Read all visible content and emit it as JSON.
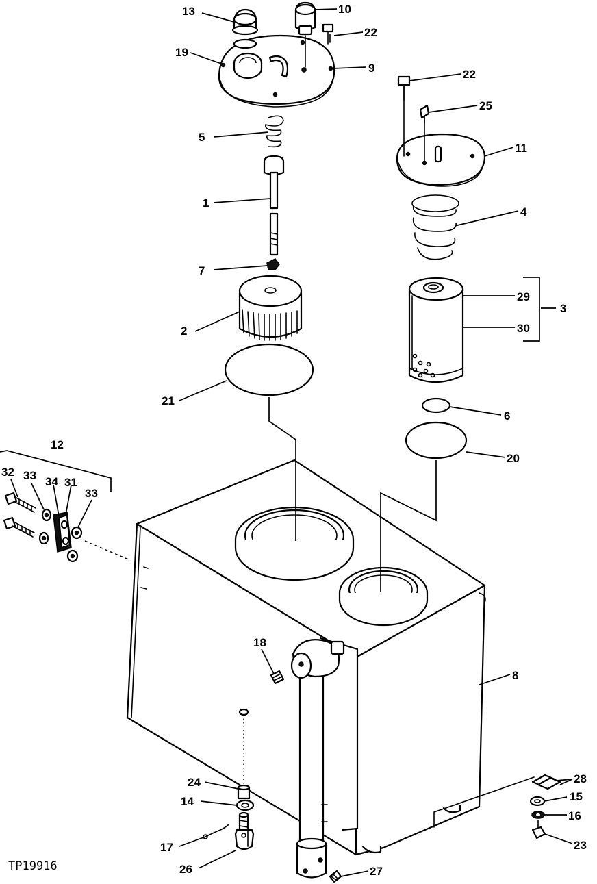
{
  "figure_id": "TP19916",
  "callouts": {
    "c1": "1",
    "c2": "2",
    "c3": "3",
    "c4": "4",
    "c5": "5",
    "c6": "6",
    "c7": "7",
    "c8": "8",
    "c9": "9",
    "c10": "10",
    "c11": "11",
    "c12": "12",
    "c13": "13",
    "c14": "14",
    "c15": "15",
    "c16": "16",
    "c17": "17",
    "c18": "18",
    "c19": "19",
    "c20": "20",
    "c21": "21",
    "c22a": "22",
    "c22b": "22",
    "c23": "23",
    "c24": "24",
    "c25": "25",
    "c26": "26",
    "c27": "27",
    "c28": "28",
    "c29": "29",
    "c30": "30",
    "c31": "31",
    "c32": "32",
    "c33a": "33",
    "c33b": "33",
    "c34": "34"
  }
}
